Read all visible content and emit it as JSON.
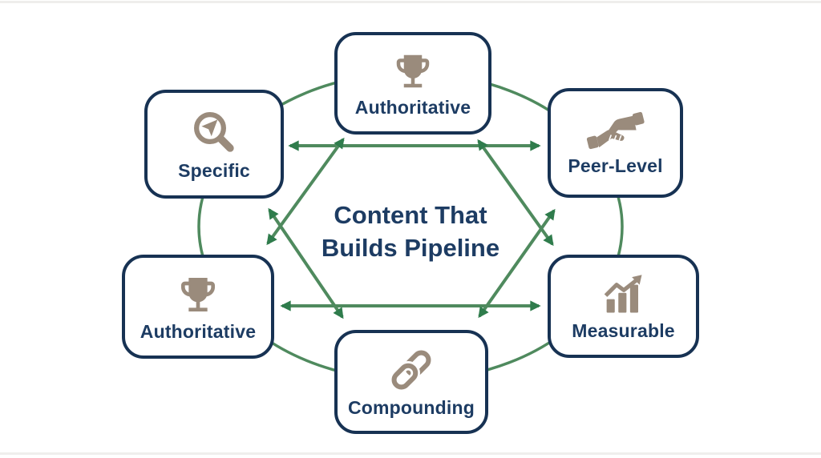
{
  "diagram": {
    "title": {
      "line1": "Content That",
      "line2": "Builds Pipeline"
    },
    "nodes": [
      {
        "id": "authoritative-top",
        "label": "Authoritative",
        "icon": "trophy-icon"
      },
      {
        "id": "specific",
        "label": "Specific",
        "icon": "magnifier-cursor-icon"
      },
      {
        "id": "peer-level",
        "label": "Peer-Level",
        "icon": "handshake-icon"
      },
      {
        "id": "authoritative-bottom",
        "label": "Authoritative",
        "icon": "trophy-icon"
      },
      {
        "id": "measurable",
        "label": "Measurable",
        "icon": "growth-chart-icon"
      },
      {
        "id": "compounding",
        "label": "Compounding",
        "icon": "chain-link-icon"
      }
    ],
    "edges": [
      {
        "from": "specific",
        "to": "peer-level",
        "style": "double-headed-arrow"
      },
      {
        "from": "authoritative-bottom",
        "to": "measurable",
        "style": "double-headed-arrow"
      },
      {
        "from": "specific",
        "to": "compounding",
        "style": "double-headed-arrow"
      },
      {
        "from": "authoritative-bottom",
        "to": "authoritative-top",
        "style": "double-headed-arrow"
      },
      {
        "from": "measurable",
        "to": "authoritative-top",
        "style": "double-headed-arrow"
      },
      {
        "from": "peer-level",
        "to": "compounding",
        "style": "double-headed-arrow"
      }
    ],
    "ring_connector": {
      "shape": "ellipse",
      "connects": "all six nodes around the center"
    },
    "colors": {
      "connector_green": "#4f8a5e",
      "arrowhead_green": "#2f7c4c",
      "box_border_navy": "#173253",
      "text_navy": "#1d3c63",
      "icon_taupe": "#9a8b7c",
      "background": "#ffffff"
    }
  }
}
